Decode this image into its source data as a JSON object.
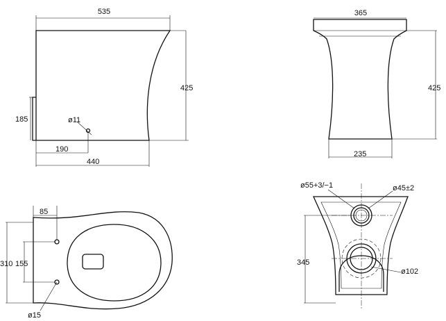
{
  "colors": {
    "line": "#111111",
    "background": "#ffffff"
  },
  "side_view": {
    "width_top": "535",
    "height": "425",
    "outlet_height": "185",
    "outlet_hole": "ø11",
    "outlet_offset": "190",
    "base_length": "440"
  },
  "front_view": {
    "width_top": "365",
    "height": "425",
    "base_width": "235"
  },
  "top_view": {
    "front_offset": "85",
    "fixing_span_outer": "310",
    "fixing_span": "155",
    "fixing_hole": "ø15"
  },
  "rear_view": {
    "inlet_diameter": "ø55+3/−1",
    "inlet_hole": "ø45±2",
    "outlet_height": "345",
    "outlet_diameter": "ø102"
  }
}
